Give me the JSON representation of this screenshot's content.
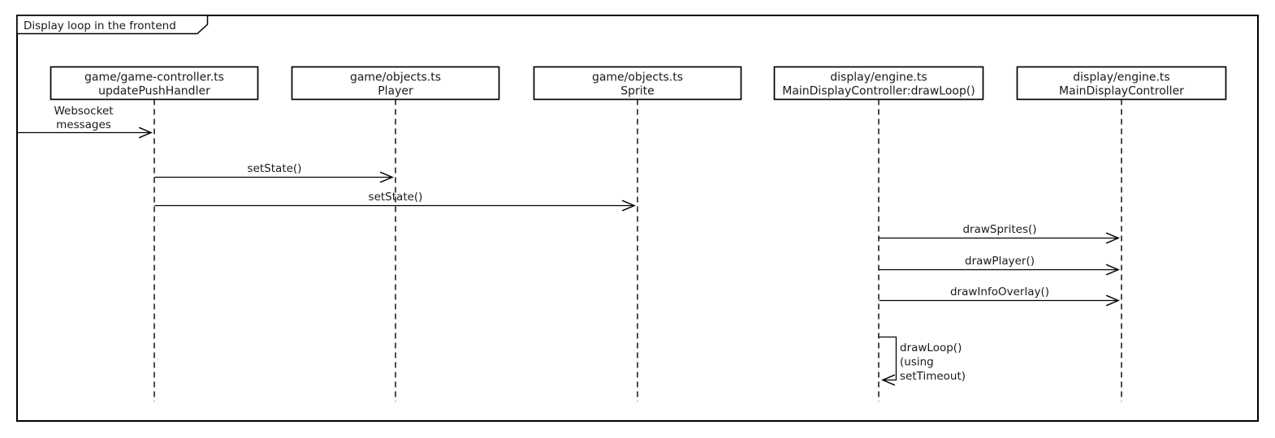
{
  "frame": {
    "title": "Display loop in the frontend"
  },
  "participants": [
    {
      "line1": "game/game-controller.ts",
      "line2": "updatePushHandler"
    },
    {
      "line1": "game/objects.ts",
      "line2": "Player"
    },
    {
      "line1": "game/objects.ts",
      "line2": "Sprite"
    },
    {
      "line1": "display/engine.ts",
      "line2": "MainDisplayController:drawLoop()"
    },
    {
      "line1": "display/engine.ts",
      "line2": "MainDisplayController"
    }
  ],
  "messages": [
    {
      "label": "Websocket messages",
      "lines": [
        "Websocket",
        "messages"
      ],
      "from": "external-left-edge",
      "to": "updatePushHandler"
    },
    {
      "label": "setState()",
      "from": "updatePushHandler",
      "to": "Player"
    },
    {
      "label": "setState()",
      "from": "updatePushHandler",
      "to": "Sprite"
    },
    {
      "label": "drawSprites()",
      "from": "MainDisplayController:drawLoop()",
      "to": "MainDisplayController"
    },
    {
      "label": "drawPlayer()",
      "from": "MainDisplayController:drawLoop()",
      "to": "MainDisplayController"
    },
    {
      "label": "drawInfoOverlay()",
      "from": "MainDisplayController:drawLoop()",
      "to": "MainDisplayController"
    },
    {
      "label": "drawLoop() (using setTimeout)",
      "lines": [
        "drawLoop()",
        "(using",
        "setTimeout)"
      ],
      "from": "MainDisplayController:drawLoop()",
      "to": "MainDisplayController:drawLoop()",
      "self": true
    }
  ],
  "colors": {
    "stroke": "#000000",
    "text": "#1a1a1a",
    "background": "#ffffff"
  }
}
